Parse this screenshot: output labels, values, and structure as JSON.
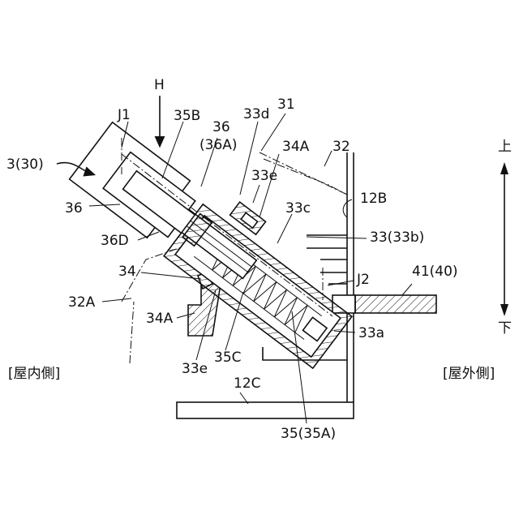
{
  "labels": {
    "H": "H",
    "J1": "J1",
    "n3_30": "3(30)",
    "n35B": "35B",
    "n36": "36",
    "n36A": "(36A)",
    "n33d": "33d",
    "n31": "31",
    "n34A_top": "34A",
    "n32": "32",
    "n33e_top": "33e",
    "n36_left": "36",
    "n12B": "12B",
    "n33c": "33c",
    "n33_33b": "33(33b)",
    "n36D": "36D",
    "n34": "34",
    "J2": "J2",
    "n41_40": "41(40)",
    "n32A": "32A",
    "n34A_bot": "34A",
    "n33a": "33a",
    "n33e_bot": "33e",
    "n35C": "35C",
    "n12C": "12C",
    "n35_35A": "35(35A)",
    "indoor": "[屋内側]",
    "outdoor": "[屋外側]",
    "up": "上",
    "down": "下"
  }
}
